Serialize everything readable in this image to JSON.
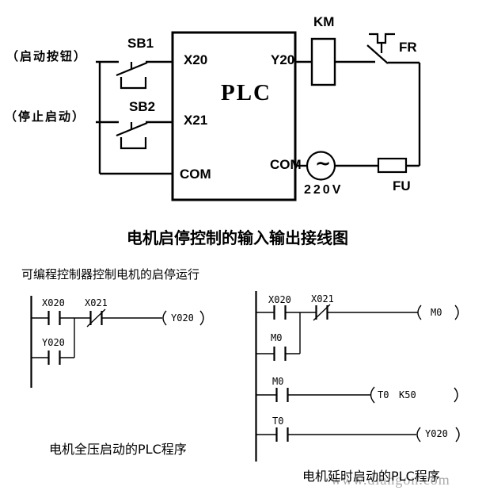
{
  "wiring": {
    "title": "电机启停控制的输入输出接线图",
    "plc": "PLC",
    "start_label": "（启动按钮）",
    "stop_label": "（停止启动）",
    "sb1": "SB1",
    "sb2": "SB2",
    "x20": "X20",
    "x21": "X21",
    "com_in": "COM",
    "y20": "Y20",
    "com_out": "COM",
    "km": "KM",
    "fr": "FR",
    "fu": "FU",
    "voltage": "220V",
    "ac_symbol": "~"
  },
  "subtitle": "可编程控制器控制电机的启停运行",
  "ladders": {
    "left": {
      "caption": "电机全压启动的PLC程序",
      "rung1": {
        "c1": "X020",
        "c2": "X021",
        "coil": "Y020"
      },
      "rung2": {
        "c1": "Y020"
      }
    },
    "right": {
      "caption": "电机延时启动的PLC程序",
      "rung1": {
        "c1": "X020",
        "c2": "X021",
        "coil": "M0"
      },
      "rung2": {
        "c1": "M0"
      },
      "rung3": {
        "c1": "M0",
        "coil": "T0",
        "preset": "K50"
      },
      "rung4": {
        "c1": "T0",
        "coil": "Y020"
      }
    }
  },
  "watermark": "www.diangon.com",
  "colors": {
    "line": "#000000",
    "watermark": "#aaaaaa",
    "background": "#ffffff"
  }
}
